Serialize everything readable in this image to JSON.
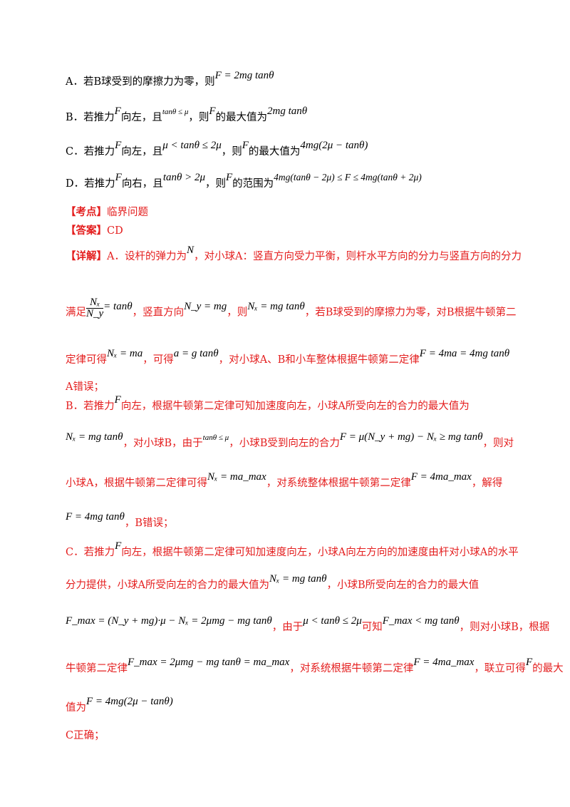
{
  "options": {
    "A": {
      "t1": "A．若B球受到的摩擦力为零，则",
      "f1": "F = 2mg tanθ"
    },
    "B": {
      "t1": "B．若推力",
      "f1": "F",
      "t2": "向左，且",
      "f2": "tanθ ≤ μ",
      "t3": "，则",
      "f3": "F",
      "t4": "的最大值为",
      "f4": "2mg tanθ"
    },
    "C": {
      "t1": "C．若推力",
      "f1": "F",
      "t2": "向左，且",
      "f2": "μ < tanθ ≤ 2μ",
      "t3": "，则",
      "f3": "F",
      "t4": "的最大值为",
      "f4": "4mg(2μ − tanθ)"
    },
    "D": {
      "t1": "D．若推力",
      "f1": "F",
      "t2": "向右，且",
      "f2": "tanθ > 2μ",
      "t3": "，则",
      "f3": "F",
      "t4": "的范围为",
      "f4": "4mg(tanθ − 2μ) ≤ F ≤ 4mg(tanθ + 2μ)"
    }
  },
  "kaodian": {
    "label": "【考点】",
    "text": "临界问题"
  },
  "answer": {
    "label": "【答案】",
    "text": "CD"
  },
  "detail": {
    "l1": {
      "label": "【详解】",
      "t1": "A．设杆的弹力为",
      "f1": "N",
      "t2": "，对小球A：竖直方向受力平衡，则杆水平方向的分力与竖直方向的分力"
    },
    "l2": {
      "t1": "满足",
      "num": "Nₓ",
      "den": "N_y",
      "f1": "= tanθ",
      "t2": "，竖直方向",
      "f2": "N_y = mg",
      "t3": "，则",
      "f3": "Nₓ = mg tanθ",
      "t4": "，若B球受到的摩擦力为零，对B根据牛顿第二"
    },
    "l3": {
      "t1": "定律可得",
      "f1": "Nₓ = ma",
      "t2": "，可得",
      "f2": "a = g tanθ",
      "t3": "，对小球A、B和小车整体根据牛顿第二定律",
      "f3": "F = 4ma = 4mg tanθ"
    },
    "l4": "A错误；",
    "l5": {
      "t1": "B．若推力",
      "f1": "F",
      "t2": "向左，根据牛顿第二定律可知加速度向左，小球A所受向左的合力的最大值为"
    },
    "l6": {
      "f1": "Nₓ = mg tanθ",
      "t1": "，对小球B，由于",
      "f2": "tanθ ≤ μ",
      "t2": "，小球B受到向左的合力",
      "f3": "F = μ(N_y + mg) − Nₓ ≥ mg tanθ",
      "t3": "，则对"
    },
    "l7": {
      "t1": "小球A，根据牛顿第二定律可得",
      "f1": "Nₓ = ma_max",
      "t2": "，对系统整体根据牛顿第二定律",
      "f2": "F = 4ma_max",
      "t3": "，解得"
    },
    "l8": {
      "f1": "F = 4mg tanθ",
      "t1": "，B错误；"
    },
    "l9": {
      "t1": "C．若推力",
      "f1": "F",
      "t2": "向左，根据牛顿第二定律可知加速度向左，小球A向左方向的加速度由杆对小球A的水平"
    },
    "l10": {
      "t1": "分力提供，小球A所受向左的合力的最大值为",
      "f1": "Nₓ = mg tanθ",
      "t2": "，小球B所受向左的合力的最大值"
    },
    "l11": {
      "f1": "F_max = (N_y + mg)·μ − Nₓ = 2μmg − mg tanθ",
      "t1": "，由于",
      "f2": "μ < tanθ ≤ 2μ",
      "t2": "可知",
      "f3": "F_max < mg tanθ",
      "t3": "，则对小球B，根据"
    },
    "l12": {
      "t1": "牛顿第二定律",
      "f1": "F_max = 2μmg − mg tanθ = ma_max",
      "t2": "，对系统根据牛顿第二定律",
      "f2": "F = 4ma_max",
      "t3": "，联立可得",
      "f3": "F",
      "t4": "的最大"
    },
    "l13": {
      "t1": "值为",
      "f1": "F = 4mg(2μ − tanθ)"
    },
    "l14": "C正确；"
  }
}
